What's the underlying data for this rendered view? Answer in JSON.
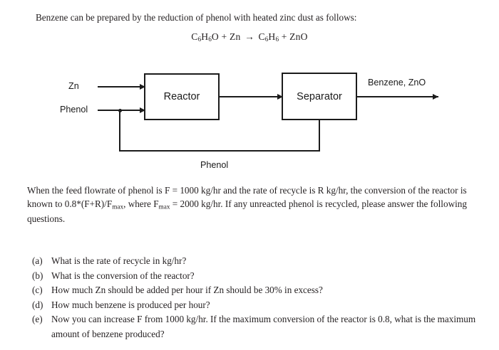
{
  "document": {
    "intro": "Benzene can be prepared by the reduction of phenol with heated zinc dust as follows:",
    "equation": {
      "reactant_1": "C6H6O",
      "reactant_1_parts": [
        "C",
        "6",
        "H",
        "6",
        "O"
      ],
      "plus_1": "+",
      "reactant_2": "Zn",
      "arrow": "→",
      "product_1_parts": [
        "C",
        "6",
        "H",
        "6"
      ],
      "plus_2": "+",
      "product_2": "ZnO",
      "full_text": "C6H6O + Zn → C6H6 + ZnO"
    },
    "paragraph": {
      "line_1": "When the feed flowrate of phenol is F = 1000 kg/hr and the rate of recycle is R kg/hr, the conversion of",
      "line_2_a": "the reactor is known to 0.8*(F+R)/F",
      "line_2_sub_a": "max",
      "line_2_b": ", where F",
      "line_2_sub_b": "max",
      "line_2_c": " = 2000 kg/hr. If any unreacted phenol is recycled,",
      "line_3": "please answer the following questions.",
      "feed_flowrate": "1000 kg/hr",
      "recycle_symbol": "R kg/hr",
      "conversion_formula": "0.8*(F+R)/Fmax",
      "f_max": "2000 kg/hr"
    },
    "questions": [
      {
        "marker": "(a)",
        "text": "What is the rate of recycle in kg/hr?"
      },
      {
        "marker": "(b)",
        "text": "What is the conversion of the reactor?"
      },
      {
        "marker": "(c)",
        "text": "How much Zn should be added per hour if Zn should be 30% in excess?"
      },
      {
        "marker": "(d)",
        "text": "How much benzene is produced per hour?"
      },
      {
        "marker": "(e)",
        "text": "Now you can increase F from 1000 kg/hr. If the maximum conversion of the reactor is 0.8, what is the maximum amount of benzene produced?"
      }
    ]
  },
  "diagram": {
    "blocks": [
      {
        "id": "reactor",
        "label": "Reactor"
      },
      {
        "id": "separator",
        "label": "Separator"
      }
    ],
    "streams": [
      {
        "id": "feed-zn",
        "label": "Zn"
      },
      {
        "id": "feed-phenol",
        "label": "Phenol"
      },
      {
        "id": "product-out",
        "label": "Benzene, ZnO"
      },
      {
        "id": "recycle",
        "label": "Phenol"
      }
    ],
    "colors": {
      "line": "#1b1b1b",
      "box_fill": "#ffffff",
      "text": "#1b1b1b"
    }
  }
}
